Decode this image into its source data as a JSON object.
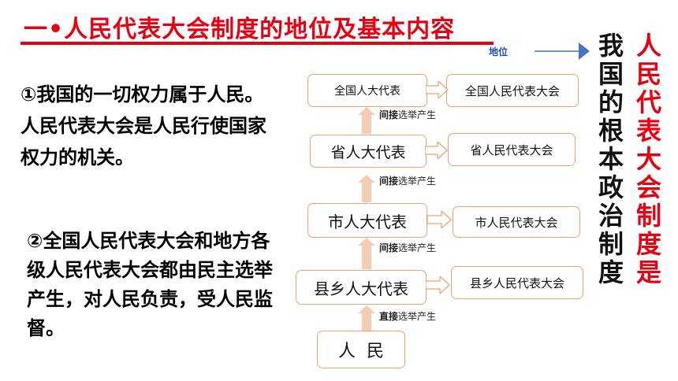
{
  "title": "一•人民代表大会制度的地位及基本内容",
  "paragraph1": "①我国的一切权力属于人民。人民代表大会是人民行使国家权力的机关。",
  "paragraph2": "②全国人民代表大会和地方各级人民代表大会都由民主选举产生，对人民负责，受人民监督。",
  "position_label": "地位",
  "vertical_red": "人民代表大会制度是",
  "vertical_black": "我国的根本政治制度",
  "levels": [
    {
      "deputy": "全国人大代表",
      "congress": "全国人民代表大会"
    },
    {
      "deputy": "省人大代表",
      "congress": "省人民代表大会"
    },
    {
      "deputy": "市人大代表",
      "congress": "市人民代表大会"
    },
    {
      "deputy": "县乡人大代表",
      "congress": "县乡人民代表大会"
    }
  ],
  "people": "人  民",
  "election": {
    "indirect_bold": "间接",
    "direct_bold": "直接",
    "suffix": "选举产生"
  },
  "colors": {
    "accent_red": "#e60012",
    "box_border": "#f0a070",
    "arrow_fill": "#f4ccb1",
    "blue_arrow": "#4a72c4"
  }
}
